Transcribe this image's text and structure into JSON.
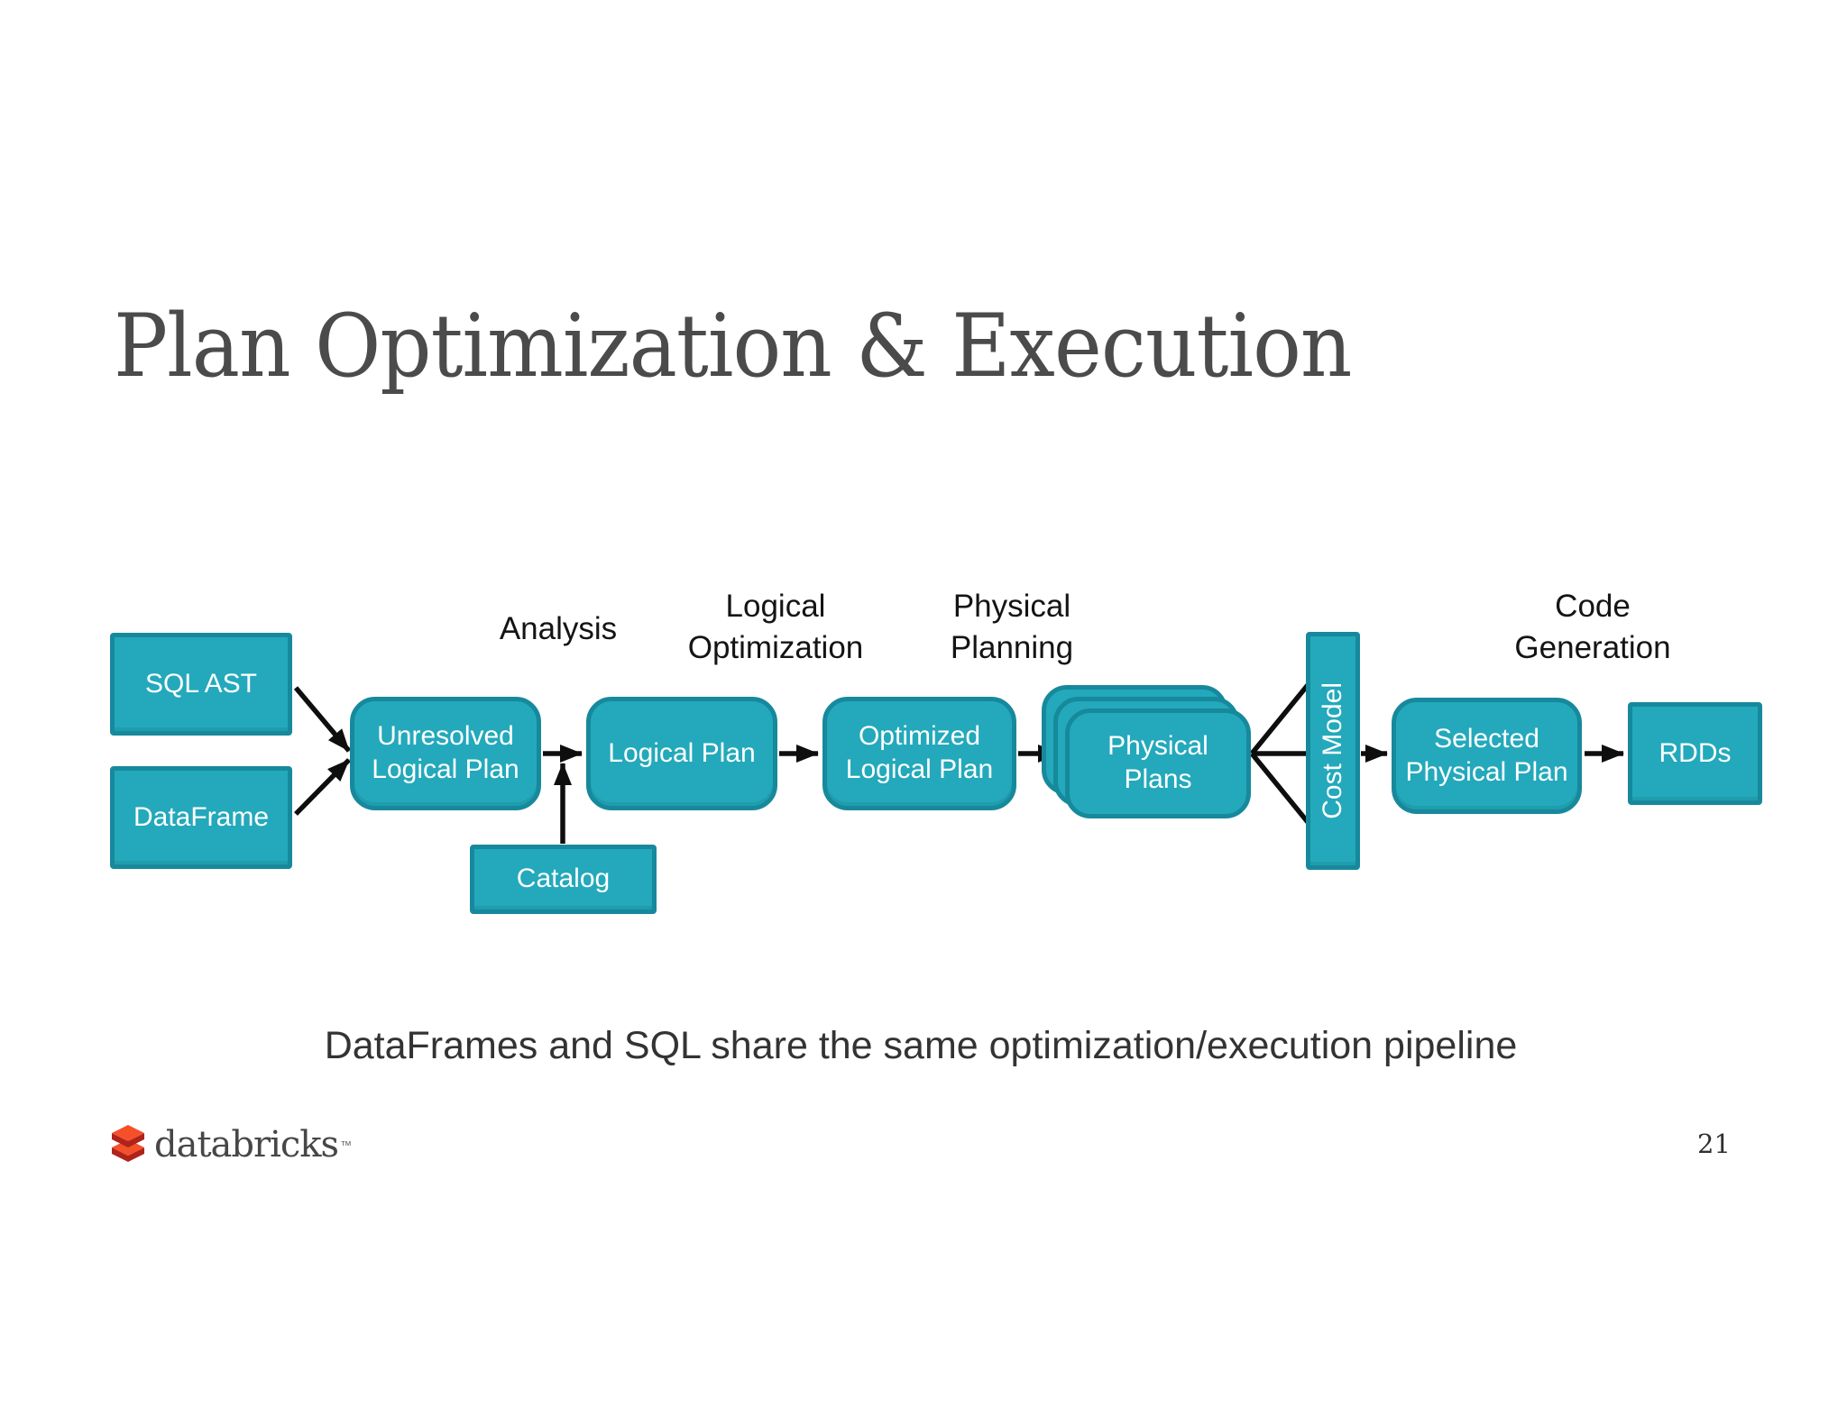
{
  "slide": {
    "title": "Plan Optimization & Execution",
    "caption": "DataFrames and SQL share the same optimization/execution pipeline",
    "page_number": "21"
  },
  "stages": {
    "analysis": "Analysis",
    "logical_optimization": "Logical\nOptimization",
    "physical_planning": "Physical\nPlanning",
    "code_generation": "Code\nGeneration"
  },
  "nodes": {
    "sql_ast": "SQL AST",
    "dataframe": "DataFrame",
    "unresolved_logical_plan": "Unresolved\nLogical Plan",
    "catalog": "Catalog",
    "logical_plan": "Logical Plan",
    "optimized_logical_plan": "Optimized\nLogical Plan",
    "physical_plans": "Physical\nPlans",
    "cost_model": "Cost Model",
    "selected_physical_plan": "Selected\nPhysical Plan",
    "rdds": "RDDs"
  },
  "logo": {
    "wordmark": "databricks",
    "trademark": "™"
  },
  "colors": {
    "box_fill": "#23a9bb",
    "box_border": "#17899c",
    "box_text": "#ffffff",
    "arrow": "#0e0e0e",
    "title_text": "#4b4b4b",
    "label_text": "#141414",
    "logo_orange": "#f4502a",
    "logo_dark_red": "#b0231a"
  }
}
